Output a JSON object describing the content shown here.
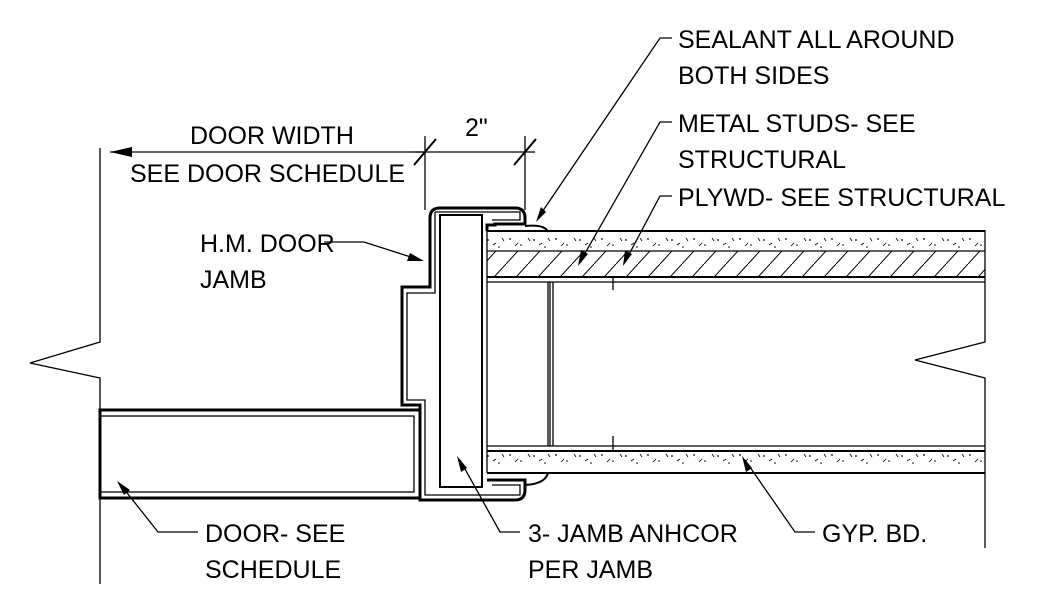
{
  "drawing": {
    "labels": {
      "sealant_line1": "SEALANT ALL AROUND",
      "sealant_line2": "BOTH SIDES",
      "studs_line1": "METAL STUDS- SEE",
      "studs_line2": "STRUCTURAL",
      "plywood": "PLYWD- SEE STRUCTURAL",
      "door_width_line1": "DOOR WIDTH",
      "door_width_line2": "SEE DOOR SCHEDULE",
      "dimension": "2\"",
      "jamb_line1": "H.M. DOOR",
      "jamb_line2": "JAMB",
      "door_line1": "DOOR- SEE",
      "door_line2": "SCHEDULE",
      "anchor_line1": "3- JAMB ANHCOR",
      "anchor_line2": "PER JAMB",
      "gyp": "GYP. BD."
    },
    "colors": {
      "line": "#000000",
      "background": "#ffffff"
    }
  }
}
